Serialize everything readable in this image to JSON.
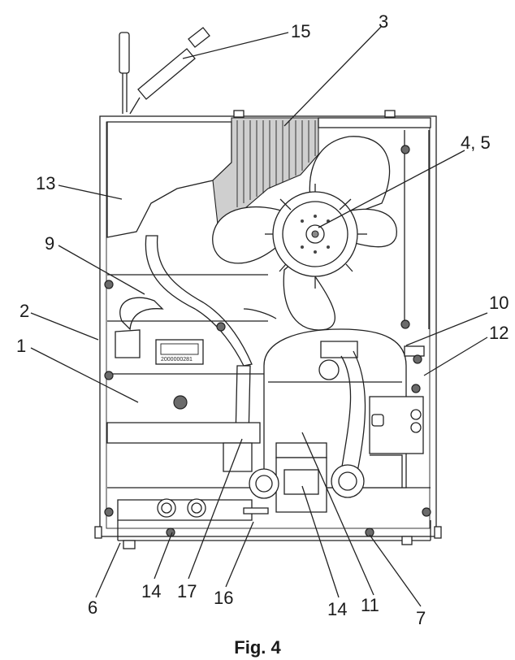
{
  "figure": {
    "caption": "Fig. 4",
    "display_label": "2000000281",
    "callouts": [
      "15",
      "3",
      "4, 5",
      "13",
      "9",
      "2",
      "1",
      "10",
      "12",
      "6",
      "14",
      "17",
      "16",
      "14",
      "11",
      "7"
    ]
  }
}
